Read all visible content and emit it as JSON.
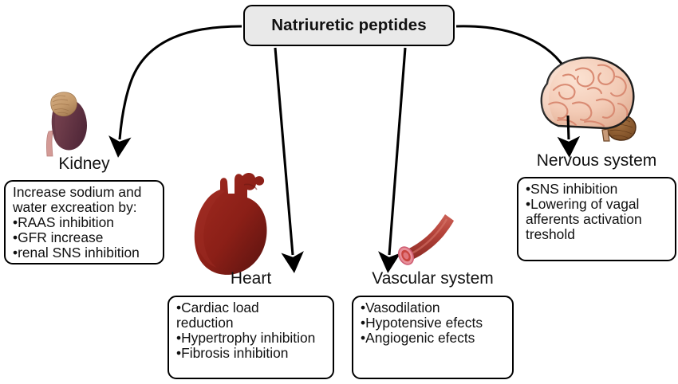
{
  "title": {
    "label": "Natriuretic peptides"
  },
  "nodes": [
    {
      "key": "kidney",
      "label": "Kidney",
      "icon": "kidney-icon",
      "lines": [
        "Increase sodium and",
        "water excreation by:",
        "•RAAS inhibition",
        "•GFR increase",
        "•renal SNS inhibition"
      ]
    },
    {
      "key": "heart",
      "label": "Heart",
      "icon": "heart-icon",
      "lines": [
        "•Cardiac load",
        "reduction",
        "•Hypertrophy inhibition",
        "•Fibrosis inhibition"
      ]
    },
    {
      "key": "vascular",
      "label": "Vascular system",
      "icon": "blood-vessel-icon",
      "lines": [
        "•Vasodilation",
        "•Hypotensive efects",
        "•Angiogenic efects"
      ]
    },
    {
      "key": "nervous",
      "label": "Nervous system",
      "icon": "brain-icon",
      "lines": [
        "•SNS inhibition",
        "•Lowering of vagal",
        "afferents activation",
        "treshold"
      ]
    }
  ],
  "arrows": [
    {
      "name": "arrow-to-kidney",
      "from": "natriuretic-peptides",
      "to": "kidney"
    },
    {
      "name": "arrow-to-heart",
      "from": "natriuretic-peptides",
      "to": "heart"
    },
    {
      "name": "arrow-to-vascular",
      "from": "natriuretic-peptides",
      "to": "vascular"
    },
    {
      "name": "arrow-to-nervous",
      "from": "natriuretic-peptides",
      "to": "nervous"
    }
  ],
  "colors": {
    "title_fill": "#e9e9e9",
    "stroke": "#000000",
    "background": "#ffffff",
    "kidney_body": "#6b3a48",
    "adrenal_gland": "#c49a6c",
    "ureter": "#d39a96",
    "heart": "#8f2018",
    "vessel": "#b5433a",
    "vessel_lumen": "#e8909a",
    "brain": "#f3cbb6",
    "cerebellum": "#8a5a33"
  }
}
